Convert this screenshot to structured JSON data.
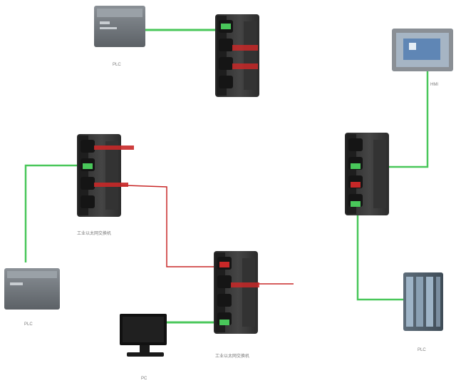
{
  "colors": {
    "ethernet_link": "#49c75a",
    "ring_link": "#c82828",
    "switch_body": "#3a3a3a",
    "device_body": "#6f7378"
  },
  "labels": {
    "plc_top": "PLC",
    "hmi": "HMI",
    "switch_left": "工业以太网交换机",
    "plc_left": "PLC",
    "switch_bottom": "工业以太网交换机",
    "pc": "PC",
    "plc_right": "PLC"
  }
}
